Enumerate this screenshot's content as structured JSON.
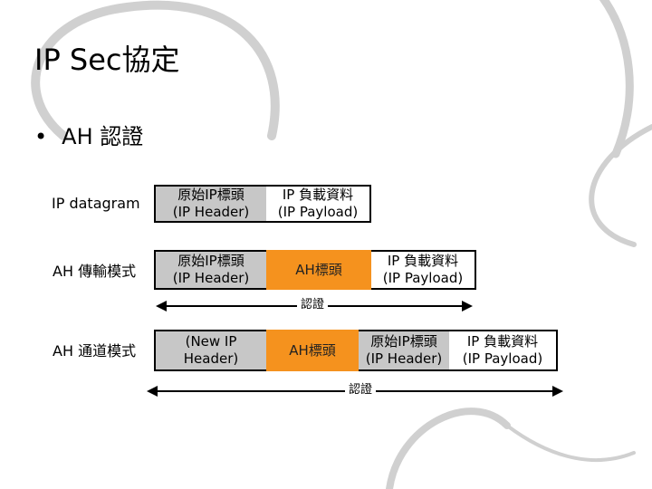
{
  "title": "IP Sec協定",
  "bullet": {
    "marker": "•",
    "text": "AH 認證"
  },
  "rows": {
    "datagram": {
      "label": "IP datagram",
      "boxes": [
        "原始IP標頭\n(IP Header)",
        "IP 負載資料\n(IP Payload)"
      ]
    },
    "transport": {
      "label": "AH 傳輸模式",
      "boxes": [
        "原始IP標頭\n(IP Header)",
        "AH標頭",
        "IP 負載資料\n(IP Payload)"
      ],
      "auth": "認證"
    },
    "tunnel": {
      "label": "AH 通道模式",
      "boxes": [
        "(New IP\nHeader)",
        "AH標頭",
        "原始IP標頭\n(IP Header)",
        "IP 負載資料\n(IP Payload)"
      ],
      "auth": "認證"
    }
  },
  "colors": {
    "header_gray": "#c7c7c7",
    "ah_orange": "#f5921e",
    "swirl": "#c9c9c9"
  }
}
